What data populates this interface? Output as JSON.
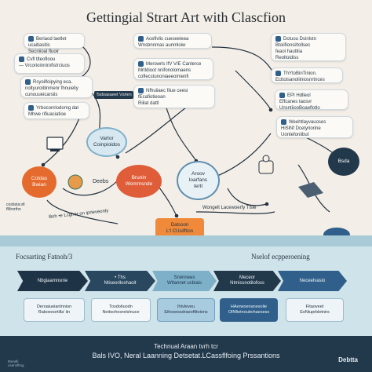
{
  "title": "Gettingial Strart Art with Clascfion",
  "colors": {
    "navy": "#22384b",
    "orange": "#e46a2e",
    "teal": "#7fb0c9",
    "blue": "#2f6f9a",
    "band": "#cfe3ea"
  },
  "left_cards": [
    {
      "text": "Beriaod laetlet ucaitiasitis\nSecniioal fluoir"
    },
    {
      "text": "Cvfl tlteofloou\n— Vrcorioinnirofistrciuos"
    },
    {
      "text": "Rsyoilfoipying eca.\nnoltyuroitlinmenr fhnuieliy\ncunouueicarsiis"
    },
    {
      "text": "Yrboconriodomg dat\nMhwe rifiuaciatioe"
    }
  ],
  "center_cards": [
    {
      "text": "Acefivlis cueseeieea\nWnsbnnmas aunmloiw"
    },
    {
      "text": "Merowrls IfV V/E Canlerce\nMrtldioot nnifonolomaens\ncoflecstunoniaeeoimenfi"
    },
    {
      "text": "Nfhuiiaec fiiue ceesi\nfEcafiotieoan\nRiilat dattl"
    }
  ],
  "right_cards": [
    {
      "text": "Dctuou Dsinlstn\nBtoiifionsl/tollsec\nfeaoi hauttiia\nReoltoidiss"
    },
    {
      "text": "ThYtoBinTinion.\nEcttoisanoliiniosnrtnces"
    },
    {
      "text": "EPI Hdlleol\nEffcanes taosvr\nUnsntiiooBoaeflotlo"
    },
    {
      "text": "Weehtlayvauoses\nHiSlNf Dcetyriorine\nUontefoniibut"
    }
  ],
  "banner_label": "Tsdoasaeet Vsrlen",
  "nodes": {
    "n1": "Vartor\nCoinpioidos",
    "n2": "Coldas\nBwian",
    "n3": "Brunin\nWommsnde",
    "n4": "Aroov\nloarfans\ntertl",
    "n5": "Bsda",
    "n6": "Datsoon\nL’t CUsdftion",
    "n7": "Deebs",
    "n8": "cosbsta:vlt\nfMrorthn"
  },
  "flow_labels": {
    "l1": "Boh •e Lcgher on iprieveonly",
    "l2": "Wongelt Lacewoerfy Tlsie"
  },
  "sections": {
    "left": "Focsarting Fatnoh/3",
    "right": "Nselof ecpperoening"
  },
  "chevrons": [
    {
      "text": "Nbgiaamnsnie"
    },
    {
      "text": "• Ths\nNtiseoriloshaoit"
    },
    {
      "text": "Srwnnees\nWtlannet ucbiais"
    },
    {
      "text": "Meceor\nNtmissnotilofoss"
    },
    {
      "text": "Neceelvasio"
    }
  ],
  "sub_boxes": [
    {
      "text": "Deroaiueianlnnion\nRaboeoortilla’ iin"
    },
    {
      "text": "Tosdotiuodn\nNeitoohoorelslnuce"
    },
    {
      "text": "Ihtvleveu\nEihosessdraeoftltoions"
    },
    {
      "text": "HAerwoenanesolie\nOlNfietnoubvhaesess"
    },
    {
      "text": "Fitaoveet\nEoNiuprbletnirs"
    }
  ],
  "footer": {
    "line1": "Technual Araan tvrh tcr",
    "line2": "Bals IVO, Neral Laanning Detsetat.LCassflfoing Prssantions",
    "brand": "Debtta",
    "small": "Bwadk\nusansfting"
  }
}
